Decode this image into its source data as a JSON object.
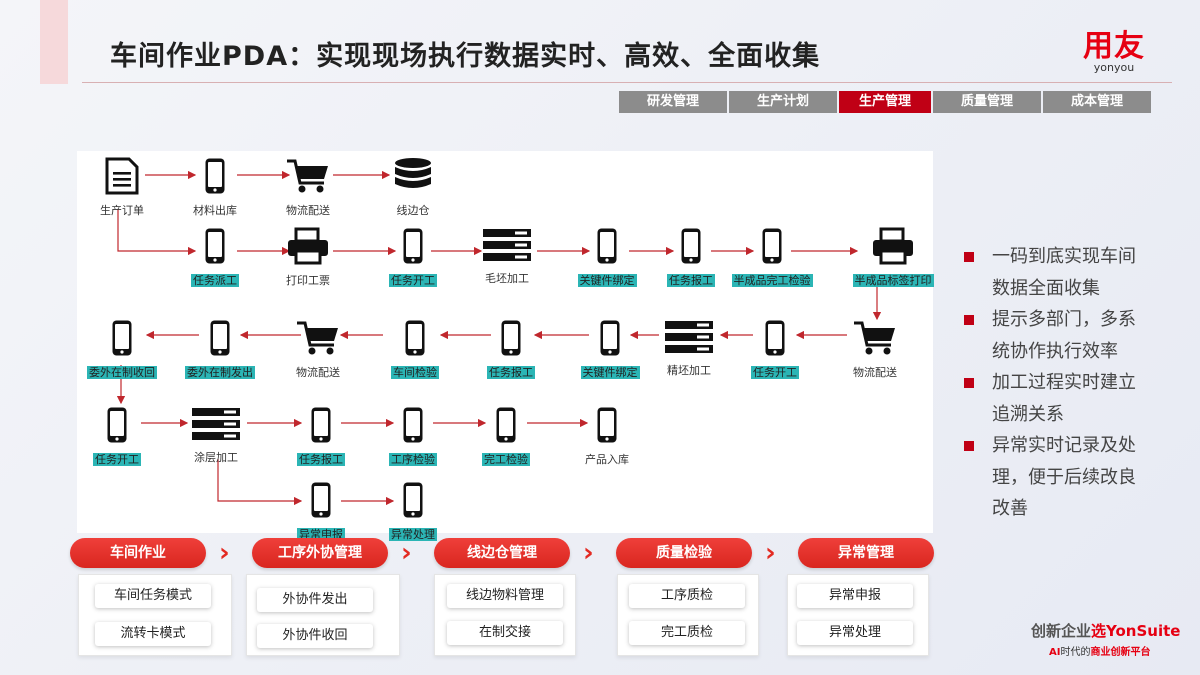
{
  "header": {
    "title": "车间作业PDA：实现现场执行数据实时、高效、全面收集",
    "logo_main": "用友",
    "logo_sub": "yonyou"
  },
  "tabs": [
    {
      "label": "研发管理",
      "active": false
    },
    {
      "label": "生产计划",
      "active": false
    },
    {
      "label": "生产管理",
      "active": true
    },
    {
      "label": "质量管理",
      "active": false
    },
    {
      "label": "成本管理",
      "active": false
    }
  ],
  "flow": {
    "nodes": [
      {
        "label": "生产订单",
        "icon": "document-icon",
        "hl": false
      },
      {
        "label": "材料出库",
        "icon": "phone-icon",
        "hl": false
      },
      {
        "label": "物流配送",
        "icon": "cart-icon",
        "hl": false
      },
      {
        "label": "线边仓",
        "icon": "database-icon",
        "hl": false
      },
      {
        "label": "任务派工",
        "icon": "phone-icon",
        "hl": true
      },
      {
        "label": "打印工票",
        "icon": "printer-icon",
        "hl": false
      },
      {
        "label": "任务开工",
        "icon": "phone-icon",
        "hl": true
      },
      {
        "label": "毛坯加工",
        "icon": "server-icon",
        "hl": false
      },
      {
        "label": "关键件绑定",
        "icon": "phone-icon",
        "hl": true
      },
      {
        "label": "任务报工",
        "icon": "phone-icon",
        "hl": true
      },
      {
        "label": "半成品完工检验",
        "icon": "phone-icon",
        "hl": true
      },
      {
        "label": "半成品标签打印",
        "icon": "printer-icon",
        "hl": true
      },
      {
        "label": "物流配送",
        "icon": "cart-icon",
        "hl": false
      },
      {
        "label": "任务开工",
        "icon": "phone-icon",
        "hl": true
      },
      {
        "label": "精坯加工",
        "icon": "server-icon",
        "hl": false
      },
      {
        "label": "关键件绑定",
        "icon": "phone-icon",
        "hl": true
      },
      {
        "label": "任务报工",
        "icon": "phone-icon",
        "hl": true
      },
      {
        "label": "车间检验",
        "icon": "phone-icon",
        "hl": true
      },
      {
        "label": "物流配送",
        "icon": "cart-icon",
        "hl": false
      },
      {
        "label": "委外在制发出",
        "icon": "phone-icon",
        "hl": true
      },
      {
        "label": "委外在制收回",
        "icon": "phone-icon",
        "hl": true
      },
      {
        "label": "任务开工",
        "icon": "phone-icon",
        "hl": true
      },
      {
        "label": "涂层加工",
        "icon": "server-icon",
        "hl": false
      },
      {
        "label": "任务报工",
        "icon": "phone-icon",
        "hl": true
      },
      {
        "label": "工序检验",
        "icon": "phone-icon",
        "hl": true
      },
      {
        "label": "完工检验",
        "icon": "phone-icon",
        "hl": true
      },
      {
        "label": "产品入库",
        "icon": "phone-icon",
        "hl": false
      },
      {
        "label": "异常申报",
        "icon": "phone-icon",
        "hl": true
      },
      {
        "label": "异常处理",
        "icon": "phone-icon",
        "hl": true
      }
    ]
  },
  "bullets": [
    "一码到底实现车间数据全面收集",
    "提示多部门，多系统协作执行效率",
    "加工过程实时建立追溯关系",
    "异常实时记录及处理，便于后续改良改善"
  ],
  "stages": [
    {
      "label": "车间作业",
      "items": [
        "车间任务模式",
        "流转卡模式"
      ]
    },
    {
      "label": "工序外协管理",
      "items": [
        "外协件发出",
        "外协件收回"
      ]
    },
    {
      "label": "线边仓管理",
      "items": [
        "线边物料管理",
        "在制交接"
      ]
    },
    {
      "label": "质量检验",
      "items": [
        "工序质检",
        "完工质检"
      ]
    },
    {
      "label": "异常管理",
      "items": [
        "异常申报",
        "异常处理"
      ]
    }
  ],
  "brand": {
    "line1_a": "创新企业",
    "line1_b": "选YonSuite",
    "line2_ai": "AI",
    "line2_a": "时代的",
    "line2_b": "商业创新平台"
  },
  "colors": {
    "accent": "#c00015",
    "highlight": "#2bb5b5",
    "tab_inactive": "#8c8c8c"
  }
}
